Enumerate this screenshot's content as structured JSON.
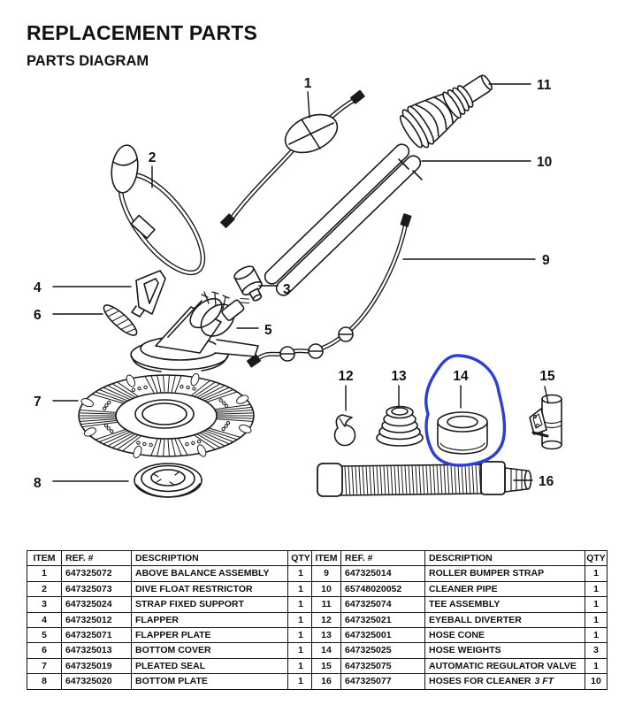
{
  "page": {
    "title": "REPLACEMENT PARTS",
    "subtitle": "PARTS DIAGRAM"
  },
  "diagram": {
    "callouts": [
      {
        "n": "1"
      },
      {
        "n": "2"
      },
      {
        "n": "3"
      },
      {
        "n": "4"
      },
      {
        "n": "5"
      },
      {
        "n": "6"
      },
      {
        "n": "7"
      },
      {
        "n": "8"
      },
      {
        "n": "9"
      },
      {
        "n": "10"
      },
      {
        "n": "11"
      },
      {
        "n": "12"
      },
      {
        "n": "13"
      },
      {
        "n": "14"
      },
      {
        "n": "15"
      },
      {
        "n": "16"
      }
    ],
    "annotation": {
      "type": "hand-drawn-circle",
      "around_callout": "14",
      "color": "#2b3fd6"
    }
  },
  "tables": [
    {
      "headers": [
        "ITEM",
        "REF. #",
        "DESCRIPTION",
        "QTY"
      ],
      "rows": [
        [
          "1",
          "647325072",
          "ABOVE BALANCE ASSEMBLY",
          "1"
        ],
        [
          "2",
          "647325073",
          "DIVE FLOAT RESTRICTOR",
          "1"
        ],
        [
          "3",
          "647325024",
          "STRAP FIXED SUPPORT",
          "1"
        ],
        [
          "4",
          "647325012",
          "FLAPPER",
          "1"
        ],
        [
          "5",
          "647325071",
          "FLAPPER PLATE",
          "1"
        ],
        [
          "6",
          "647325013",
          "BOTTOM COVER",
          "1"
        ],
        [
          "7",
          "647325019",
          "PLEATED SEAL",
          "1"
        ],
        [
          "8",
          "647325020",
          "BOTTOM PLATE",
          "1"
        ]
      ]
    },
    {
      "headers": [
        "ITEM",
        "REF. #",
        "DESCRIPTION",
        "QTY"
      ],
      "rows": [
        [
          "9",
          "647325014",
          "ROLLER BUMPER STRAP",
          "1"
        ],
        [
          "10",
          "65748020052",
          "CLEANER PIPE",
          "1"
        ],
        [
          "11",
          "647325074",
          "TEE ASSEMBLY",
          "1"
        ],
        [
          "12",
          "647325021",
          "EYEBALL DIVERTER",
          "1"
        ],
        [
          "13",
          "647325001",
          "HOSE CONE",
          "1"
        ],
        [
          "14",
          "647325025",
          "HOSE WEIGHTS",
          "3"
        ],
        [
          "15",
          "647325075",
          "AUTOMATIC REGULATOR VALVE",
          "1"
        ],
        [
          "16",
          "647325077",
          {
            "text": "HOSES FOR CLEANER",
            "note": "3 FT"
          },
          "10"
        ]
      ]
    }
  ]
}
